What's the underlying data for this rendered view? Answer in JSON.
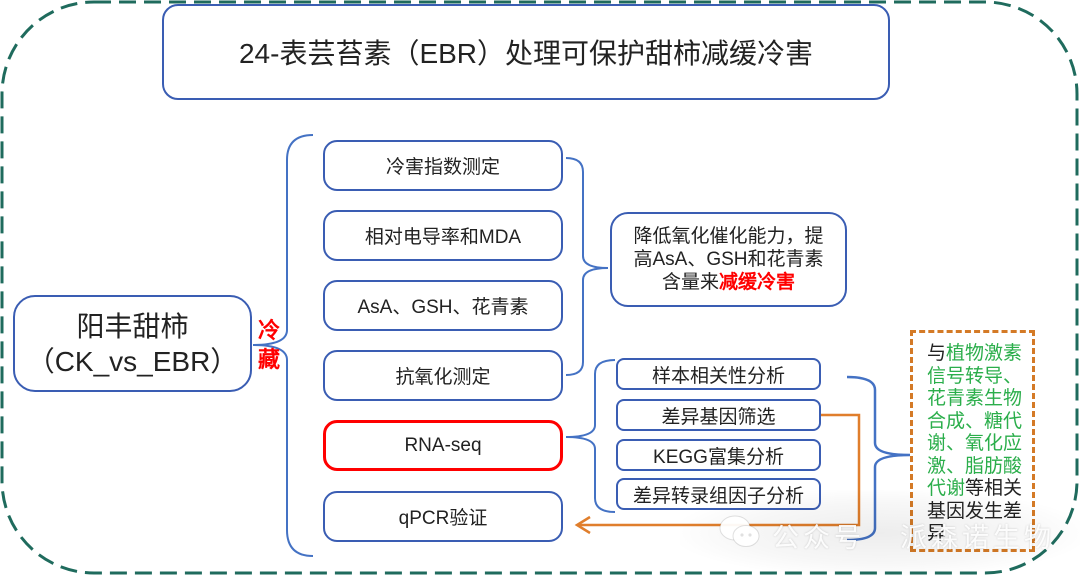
{
  "title": "24-表芸苔素（EBR）处理可保护甜柿减缓冷害",
  "sample": {
    "name": "阳丰甜柿",
    "comparison": "（CK_vs_EBR）"
  },
  "treatment_label": {
    "char1": "冷",
    "char2": "藏"
  },
  "experiments": [
    {
      "label": "冷害指数测定"
    },
    {
      "label": "相对电导率和MDA"
    },
    {
      "label": "AsA、GSH、花青素"
    },
    {
      "label": "抗氧化测定"
    },
    {
      "label": "RNA-seq",
      "highlighted": true
    },
    {
      "label": "qPCR验证"
    }
  ],
  "physiology_conclusion": {
    "line1": "降低氧化催化能力，提",
    "line2": "高AsA、GSH和花青素",
    "line3_prefix": "含量来",
    "line3_highlight": "减缓冷害"
  },
  "rnaseq_analyses": [
    {
      "label": "样本相关性分析"
    },
    {
      "label": "差异基因筛选"
    },
    {
      "label": "KEGG富集分析"
    },
    {
      "label": "差异转录组因子分析"
    }
  ],
  "gene_conclusion": {
    "lines": [
      [
        {
          "text": "与",
          "tone": "black"
        },
        {
          "text": "植物激素",
          "tone": "green"
        }
      ],
      [
        {
          "text": "信号转导、",
          "tone": "green"
        }
      ],
      [
        {
          "text": "花青素生物",
          "tone": "green"
        }
      ],
      [
        {
          "text": "合成、糖代",
          "tone": "green"
        }
      ],
      [
        {
          "text": "谢、氧化应",
          "tone": "green"
        }
      ],
      [
        {
          "text": "激、脂肪酸",
          "tone": "green"
        }
      ],
      [
        {
          "text": "代谢",
          "tone": "green"
        },
        {
          "text": "等相关",
          "tone": "black"
        }
      ],
      [
        {
          "text": "基因发生差",
          "tone": "black"
        }
      ],
      [
        {
          "text": "异",
          "tone": "black"
        }
      ]
    ]
  },
  "watermark": {
    "left": "公众号",
    "right": "派森诺生物",
    "icon": "wechat-icon"
  },
  "colors": {
    "outer_border": "#1f6b5d",
    "box_border": "#3a5db3",
    "brace": "#4472c4",
    "highlight_red": "#ff0000",
    "gene_green": "#2bae4b",
    "connector_orange": "#e07e2c",
    "gene_box_border": "#d47a26"
  }
}
